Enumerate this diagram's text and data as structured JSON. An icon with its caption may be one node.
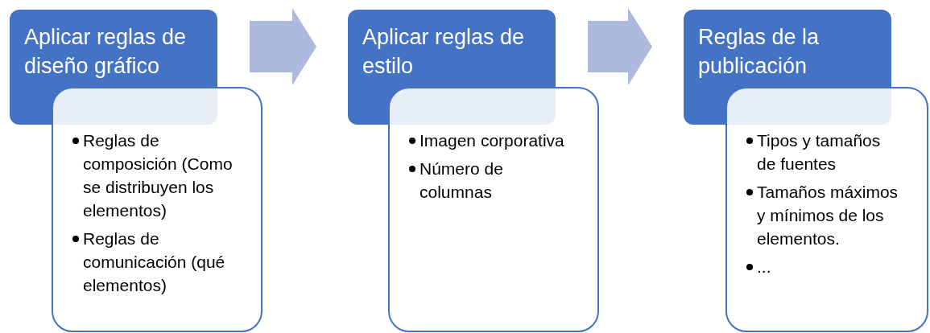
{
  "diagram": {
    "nodes": [
      {
        "text": [
          "Aplicar reglas de diseño gráfico"
        ]
      },
      {
        "text": [
          "Reglas de composición (Como se distribuyen los elementos)",
          "Reglas de comunicación (qué elementos)"
        ]
      },
      {
        "text": [
          "Aplicar reglas de estilo"
        ]
      },
      {
        "text": [
          "Imagen corporativa",
          "Número de columnas"
        ]
      },
      {
        "text": [
          "Reglas de la publicación"
        ]
      },
      {
        "text": [
          "Tipos y tamaños de fuentes",
          "Tamaños máximos y mínimos de los elementos.",
          "..."
        ]
      }
    ],
    "edges": [
      {
        "from": 0,
        "to": 2,
        "arrow": "to"
      },
      {
        "from": 2,
        "to": 4,
        "arrow": "to"
      }
    ]
  }
}
